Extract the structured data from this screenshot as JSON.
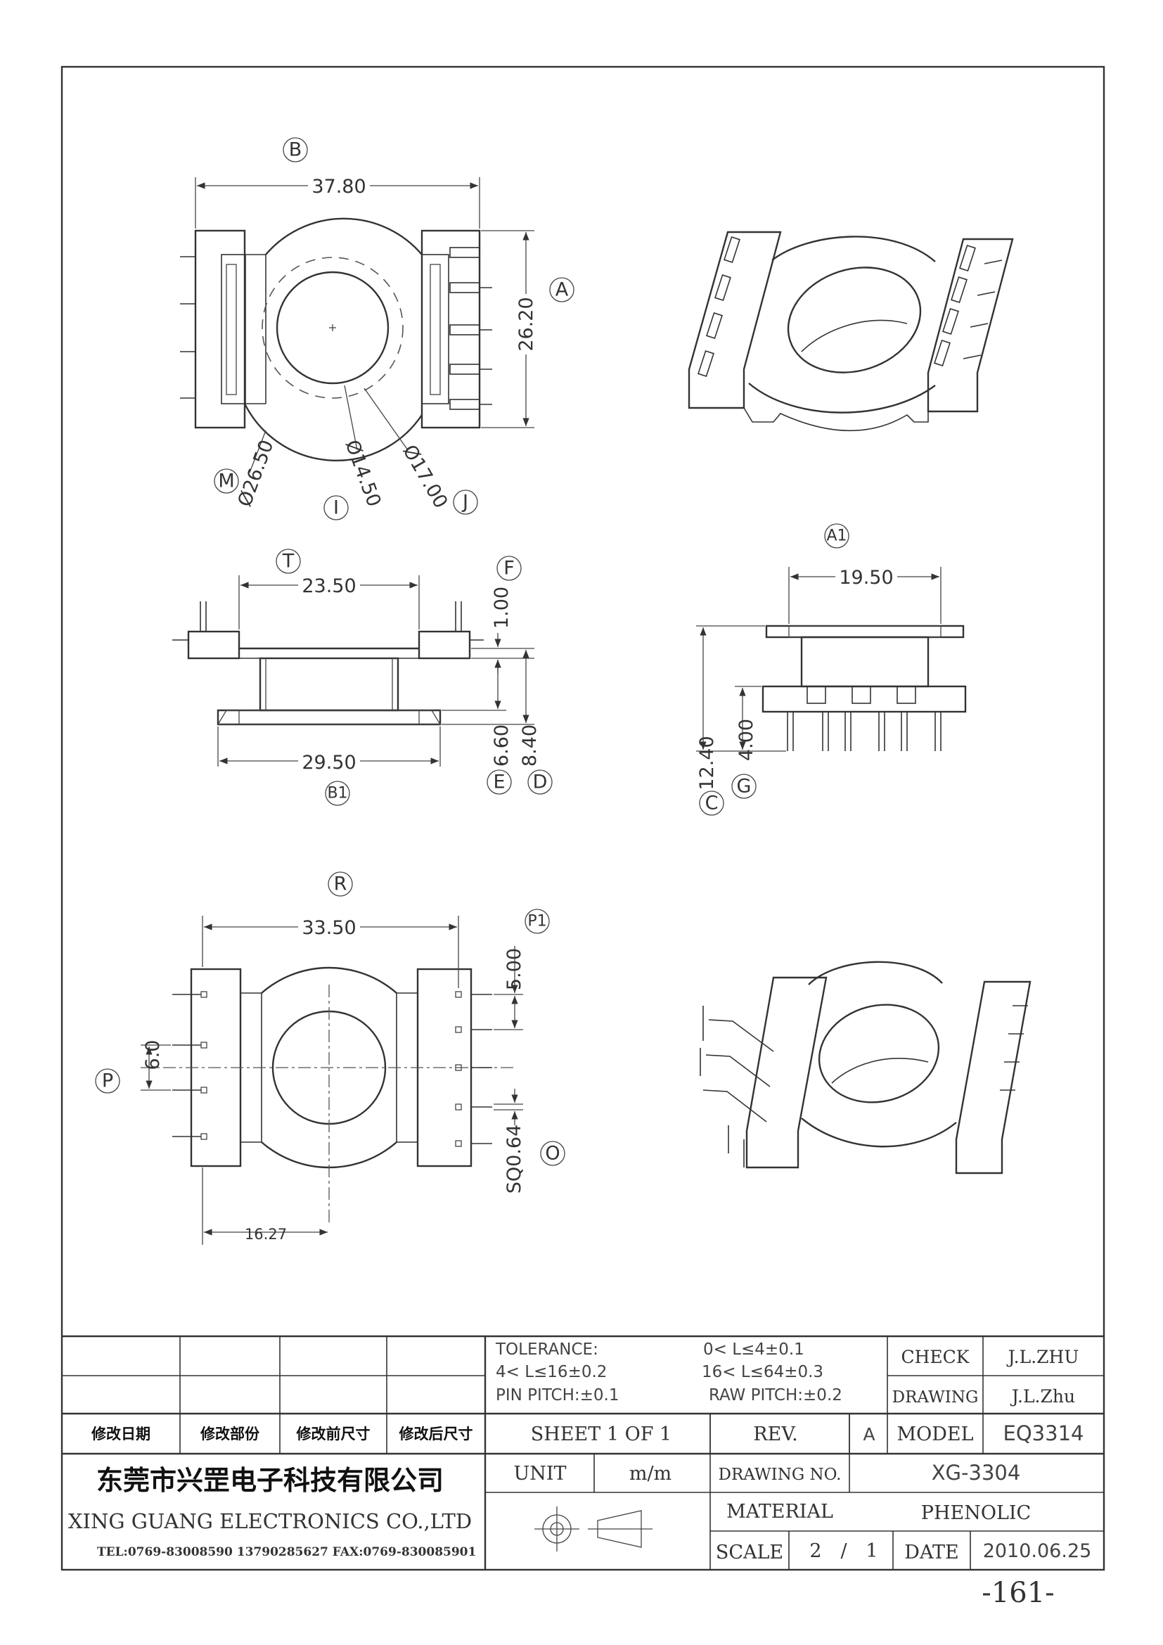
{
  "views": {
    "top": {
      "width_dim": "37.80",
      "width_label": "B",
      "height_dim": "26.20",
      "height_label": "A",
      "dia_outer": "Ø26.50",
      "dia_outer_label": "M",
      "dia_inner": "Ø14.50",
      "dia_inner_label": "I",
      "dia_mid": "Ø17.00",
      "dia_mid_label": "J"
    },
    "front": {
      "top_dim": "23.50",
      "top_label": "T",
      "bottom_dim": "29.50",
      "bottom_label": "B1",
      "flange_dim": "1.00",
      "flange_label": "F",
      "winding_dim": "6.60",
      "winding_label": "E",
      "total_dim": "8.40",
      "total_label": "D"
    },
    "side": {
      "width_dim": "19.50",
      "width_label": "A1",
      "height_dim": "12.40",
      "height_label": "C",
      "pin_dim": "4.00",
      "pin_label": "G"
    },
    "bottom": {
      "width_dim": "33.50",
      "width_label": "R",
      "pitch_dim": "5.00",
      "pitch_label": "P1",
      "row_dim": "6.0",
      "row_label": "P",
      "pin_sq_dim": "SQ0.64",
      "pin_sq_label": "O",
      "offset_dim": "16.27"
    }
  },
  "title_block": {
    "revision_headers": [
      "修改日期",
      "修改部份",
      "修改前尺寸",
      "修改后尺寸"
    ],
    "tolerance_label": "TOLERANCE:",
    "tol_1": "0< L≤4±0.1",
    "tol_2": "4< L≤16±0.2",
    "tol_3": "16< L≤64±0.3",
    "pin_pitch": "PIN PITCH:±0.1",
    "raw_pitch": "RAW PITCH:±0.2",
    "check_label": "CHECK",
    "check_value": "J.L.ZHU",
    "drawing_label": "DRAWING",
    "drawing_value": "J.L.Zhu",
    "sheet": "SHEET 1 OF 1",
    "rev_label": "REV.",
    "rev_value": "A",
    "model_label": "MODEL",
    "model_value": "EQ3314",
    "company_cn": "东莞市兴罡电子科技有限公司",
    "company_en": "XING GUANG  ELECTRONICS CO.,LTD",
    "contact": "TEL:0769-83008590 13790285627 FAX:0769-830085901",
    "unit_label": "UNIT",
    "unit_value": "m/m",
    "drawing_no_label": "DRAWING  NO.",
    "drawing_no_value": "XG-3304",
    "material_label": "MATERIAL",
    "material_value": "PHENOLIC",
    "scale_label": "SCALE",
    "scale_num": "2",
    "scale_sep": "/",
    "scale_den": "1",
    "date_label": "DATE",
    "date_value": "2010.06.25"
  },
  "page_number": "-161-"
}
